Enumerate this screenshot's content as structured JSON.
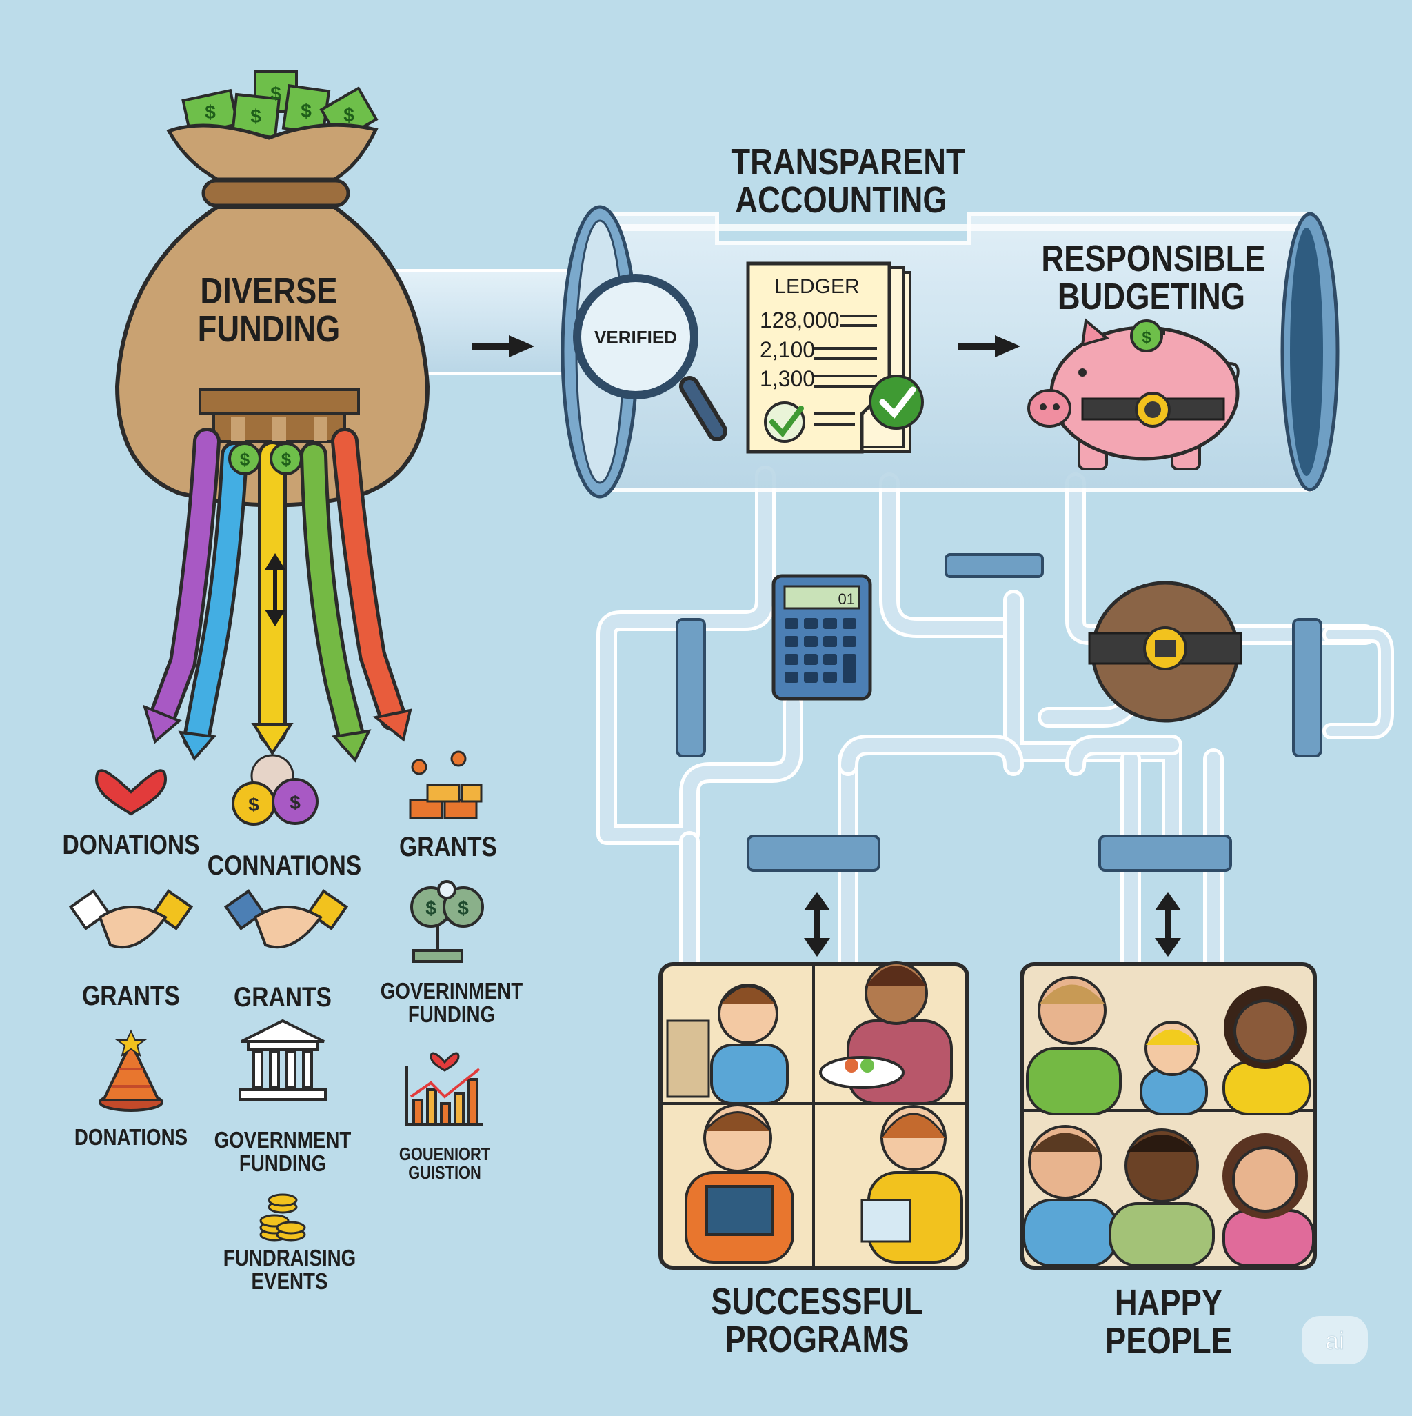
{
  "funding": {
    "title": "DIVERSE\nFUNDING",
    "sources": [
      {
        "label": "DONATIONS",
        "icon": "heart-icon"
      },
      {
        "label": "CONNATIONS",
        "icon": "coins-icon"
      },
      {
        "label": "GRANTS",
        "icon": "blocks-icon"
      },
      {
        "label": "GRANTS",
        "icon": "handshake-icon"
      },
      {
        "label": "GRANTS",
        "icon": "handshake-icon"
      },
      {
        "label": "GOVERINMENT\nFUNDING",
        "icon": "money-tree-icon"
      },
      {
        "label": "DONATIONS",
        "icon": "party-hat-icon"
      },
      {
        "label": "GOVERNMENT\nFUNDING",
        "icon": "building-icon"
      },
      {
        "label": "GOUENIORT\nGUISTION",
        "icon": "growth-chart-icon"
      },
      {
        "label": "FUNDRAISING\nEVENTS",
        "icon": "coin-stack-icon"
      }
    ]
  },
  "pipeline": {
    "accounting_title": "TRANSPARENT\nACCOUNTING",
    "budgeting_title": "RESPONSIBLE\nBUDGETING",
    "magnifier_text": "VERIFIED",
    "ledger_title": "LEDGER",
    "ledger_lines": [
      "128,000",
      "2,100",
      "1,300"
    ],
    "calculator_display": "01"
  },
  "outcomes": {
    "programs_label": "SUCCESSFUL\nPROGRAMS",
    "people_label": "HAPPY PEOPLE"
  },
  "watermark": "ai",
  "colors": {
    "background": "#bcdcea",
    "pipe": "#d6e9f3",
    "pipe_ring": "#6f9fc4",
    "bag": "#c9a272",
    "money": "#6ebf4a",
    "piggy": "#f3a6b3",
    "stream_purple": "#a859c4",
    "stream_blue": "#43aee3",
    "stream_yellow": "#f2cc1e",
    "stream_green": "#74b944",
    "stream_red": "#e85c3c"
  }
}
